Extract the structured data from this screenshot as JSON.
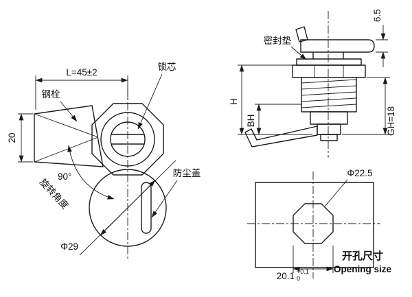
{
  "drawing": {
    "type": "cam-lock technical drawing",
    "colors": {
      "line": "#1a1a1a",
      "background": "#ffffff"
    }
  },
  "front_view": {
    "dim_L": "L=45±2",
    "label_lock_core": "锁芯",
    "label_steel_bolt": "钢栓",
    "dim_height": "20",
    "angle": "90°",
    "label_rotation_angle": "旋转角度",
    "label_dust_cover": "防尘盖",
    "dim_diameter": "Φ29"
  },
  "side_view": {
    "label_gasket": "密封垫",
    "dim_thickness": "6.5",
    "dim_H": "H",
    "dim_BH": "BH",
    "dim_GH": "GH=18"
  },
  "opening_view": {
    "dim_diameter": "Φ22.5",
    "dim_width": "20.1",
    "tol_upper": "+0.1",
    "tol_lower": "0",
    "title_cn": "开孔尺寸",
    "title_en": "Opening size"
  }
}
